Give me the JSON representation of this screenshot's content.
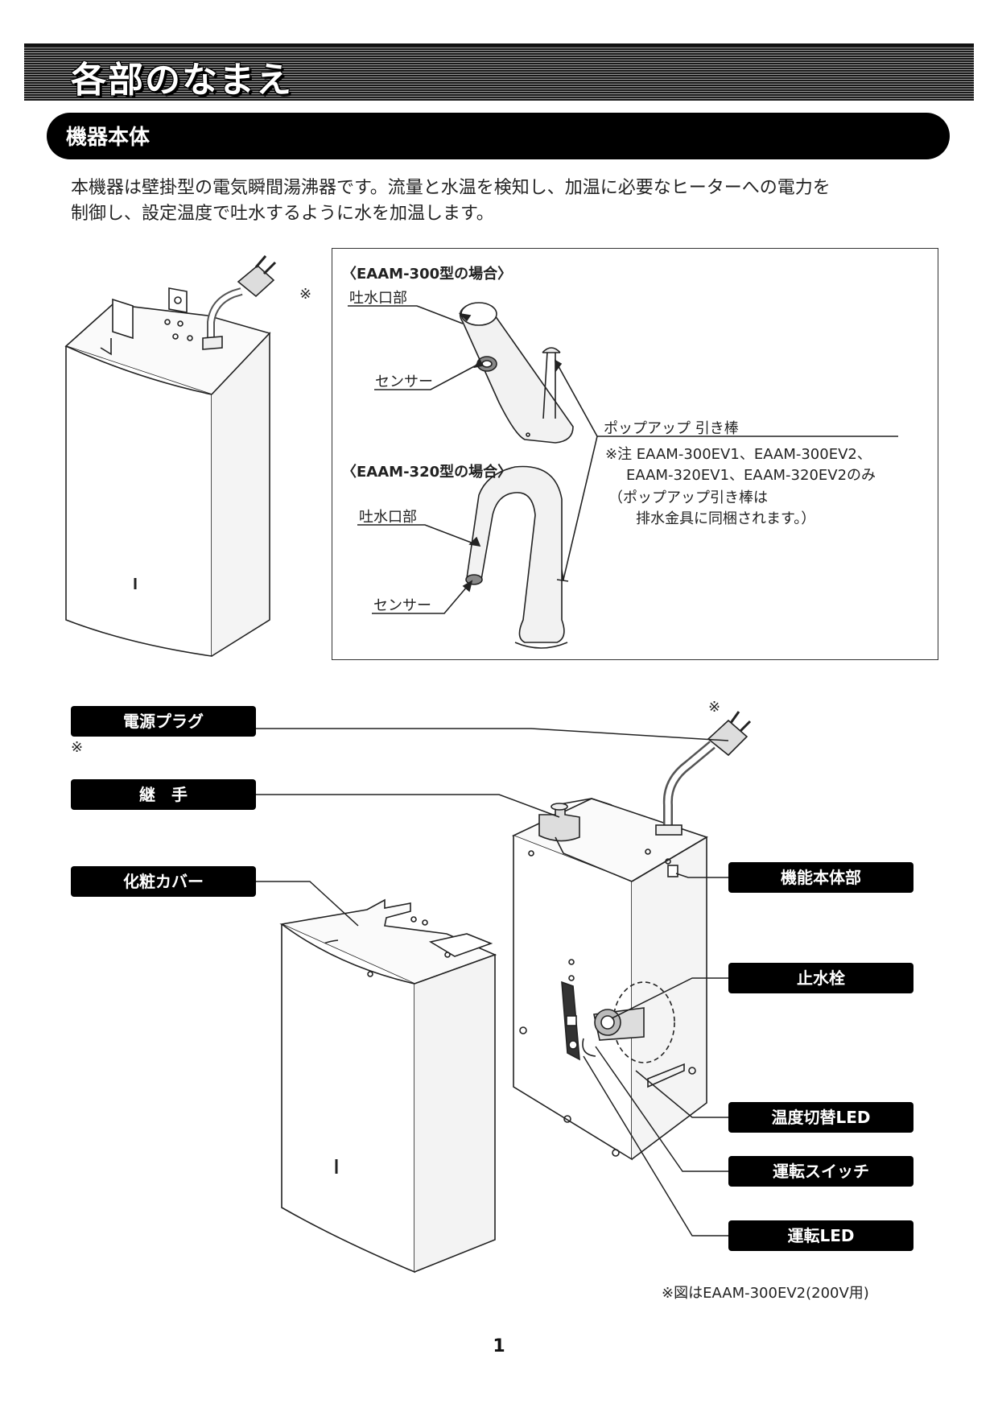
{
  "header": {
    "title": "各部のなまえ"
  },
  "section": {
    "title": "機器本体"
  },
  "intro": {
    "line1": "本機器は壁掛型の電気瞬間湯沸器です。流量と水温を検知し、加温に必要なヒーターへの電力を",
    "line2": "制御し、設定温度で吐水するように水を加温します。"
  },
  "asterisk": "※",
  "faucet_box": {
    "model300_title": "〈EAAM-300型の場合〉",
    "model320_title": "〈EAAM-320型の場合〉",
    "spout_label": "吐水口部",
    "sensor_label": "センサー",
    "popup_label": "ポップアップ 引き棒",
    "note_line1": "※注 EAAM-300EV1、EAAM-300EV2、",
    "note_line2": "EAAM-320EV1、EAAM-320EV2のみ",
    "note_line3": "（ポップアップ引き棒は",
    "note_line4": "排水金具に同梱されます。）"
  },
  "parts": {
    "power_plug": "電源プラグ",
    "joint": "継　手",
    "cover": "化粧カバー",
    "main_unit": "機能本体部",
    "stop_valve": "止水栓",
    "temp_led": "温度切替LED",
    "run_switch": "運転スイッチ",
    "run_led": "運転LED"
  },
  "figure_note": "※図はEAAM-300EV2(200V用)",
  "page_number": "1"
}
